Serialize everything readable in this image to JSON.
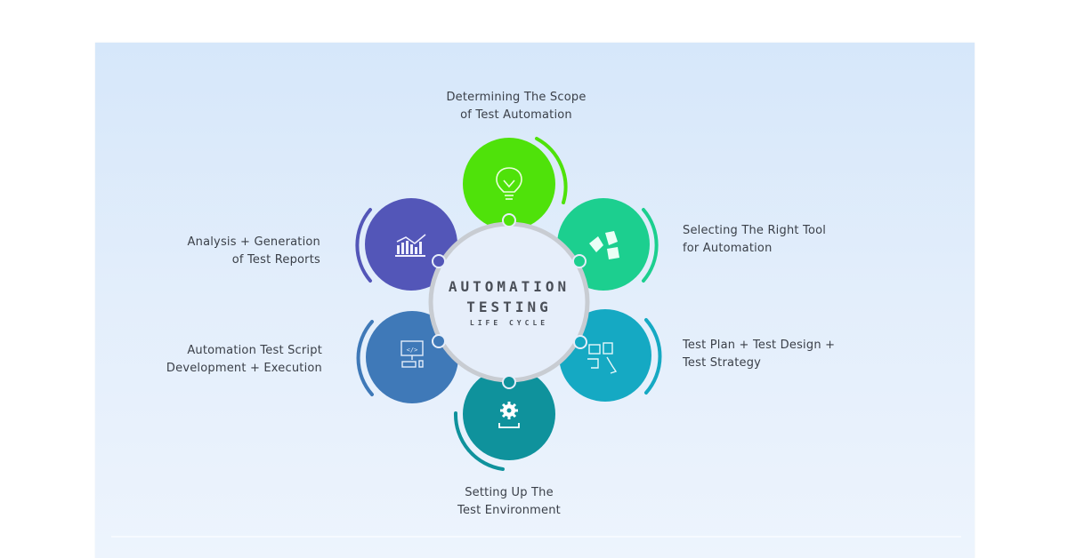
{
  "diagram": {
    "center": {
      "line1": "AUTOMATION",
      "line2": "TESTING",
      "line3": "LIFE CYCLE"
    },
    "stages": [
      {
        "id": "scope",
        "line1": "Determining The Scope",
        "line2": "of Test Automation",
        "icon": "lightbulb-icon",
        "color": "#4fe20a"
      },
      {
        "id": "tool",
        "line1": "Selecting The Right Tool",
        "line2": "for Automation",
        "icon": "speech-bubbles-icon",
        "color": "#1ccf8f"
      },
      {
        "id": "plan",
        "line1": "Test Plan + Test Design +",
        "line2": "Test Strategy",
        "icon": "puzzle-strategy-icon",
        "color": "#15a9c3"
      },
      {
        "id": "environment",
        "line1": "Setting Up The",
        "line2": "Test Environment",
        "icon": "gear-icon",
        "color": "#0f929c"
      },
      {
        "id": "script",
        "line1": "Automation Test Script",
        "line2": "Development + Execution",
        "icon": "computer-code-icon",
        "color": "#3f79b8"
      },
      {
        "id": "analysis",
        "line1": "Analysis + Generation",
        "line2": "of Test Reports",
        "icon": "bar-chart-icon",
        "color": "#5356b8"
      }
    ],
    "ring_color": "#c8ccd2"
  }
}
